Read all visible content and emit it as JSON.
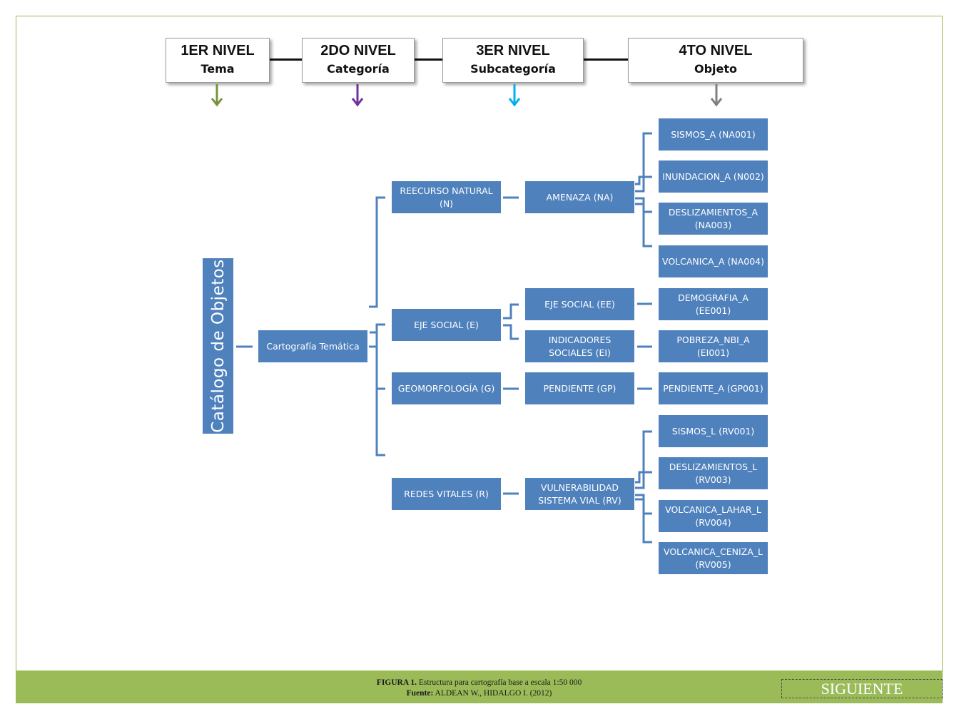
{
  "levels": [
    {
      "title": "1ER NIVEL",
      "subtitle": "Tema",
      "arrow_color": "#77933c"
    },
    {
      "title": "2DO NIVEL",
      "subtitle": "Categoría",
      "arrow_color": "#7030a0"
    },
    {
      "title": "3ER NIVEL",
      "subtitle": "Subcategoría",
      "arrow_color": "#00b0f0"
    },
    {
      "title": "4TO NIVEL",
      "subtitle": "Objeto",
      "arrow_color": "#7f7f7f"
    }
  ],
  "root": "Catálogo de Objetos",
  "tema": "Cartografía Temática",
  "categorias": [
    "REECURSO NATURAL (N)",
    "EJE SOCIAL (E)",
    "GEOMORFOLOGÍA (G)",
    "REDES VITALES (R)"
  ],
  "subcategorias": [
    "AMENAZA (NA)",
    "EJE SOCIAL (EE)",
    "INDICADORES SOCIALES (EI)",
    "PENDIENTE (GP)",
    "VULNERABILIDAD SISTEMA VIAL (RV)"
  ],
  "objetos": [
    "SISMOS_A (NA001)",
    "INUNDACION_A (N002)",
    "DESLIZAMIENTOS_A (NA003)",
    "VOLCANICA_A (NA004)",
    "DEMOGRAFIA_A (EE001)",
    "POBREZA_NBI_A (EI001)",
    "PENDIENTE_A (GP001)",
    "SISMOS_L (RV001)",
    "DESLIZAMIENTOS_L (RV003)",
    "VOLCANICA_LAHAR_L (RV004)",
    "VOLCANICA_CENIZA_L (RV005)"
  ],
  "footer": {
    "figure_label": "FIGURA 1.",
    "figure_text": "Estructura para cartografía base a escala 1:50 000",
    "source_label": "Fuente:",
    "source_text": "ALDEAN W., HIDALGO I. (2012)",
    "next_button": "SIGUIENTE"
  },
  "colors": {
    "node": "#4f81bd",
    "connector": "#4f81bd",
    "footer": "#9bbb59"
  }
}
